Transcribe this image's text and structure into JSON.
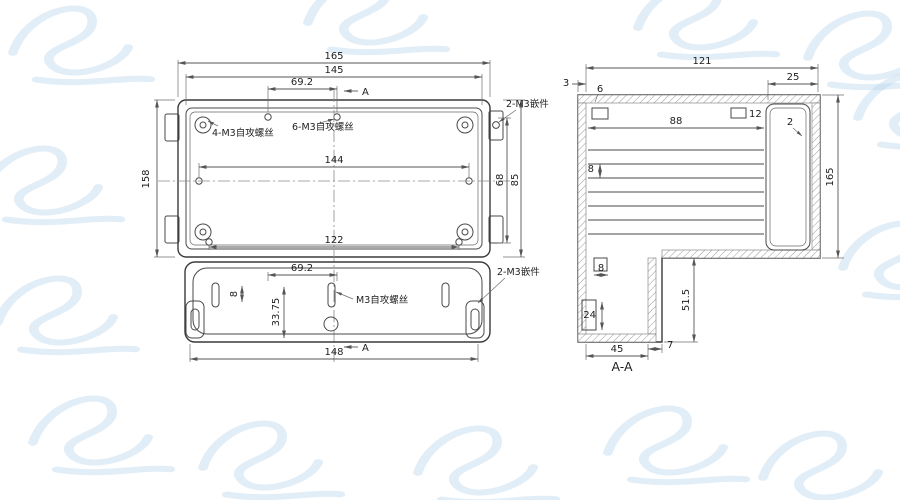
{
  "drawing": {
    "plan_view": {
      "dim_width_outer": "165",
      "dim_width_inner": "145",
      "dim_hole_span_top": "69.2",
      "dim_height": "158",
      "dim_hole_span_mid": "144",
      "dim_right_a": "68",
      "dim_right_b": "85",
      "dim_hole_span_bottom": "122",
      "note_screws_4": "4-M3自攻螺丝",
      "note_screws_6": "6-M3自攻螺丝",
      "note_insert": "2-M3嵌件",
      "section_letter": "A"
    },
    "bottom_view": {
      "dim_slot_span": "69.2",
      "dim_slot_width": "8",
      "dim_offset": "33.75",
      "dim_width": "148",
      "note_screw": "M3自攻螺丝",
      "note_insert": "2-M3嵌件",
      "section_letter": "A"
    },
    "section_view": {
      "dim_width_total": "121",
      "dim_pocket": "25",
      "dim_wall": "3",
      "dim_top": "6",
      "dim_interior": "88",
      "dim_rib_pitch": "8",
      "dim_gap": "2",
      "dim_clip": "12",
      "dim_height": "165",
      "dim_lower_height": "51.5",
      "dim_step": "8",
      "dim_pocket_depth": "24",
      "dim_lower_width": "45",
      "dim_lower_wall": "7",
      "label": "A-A"
    }
  }
}
